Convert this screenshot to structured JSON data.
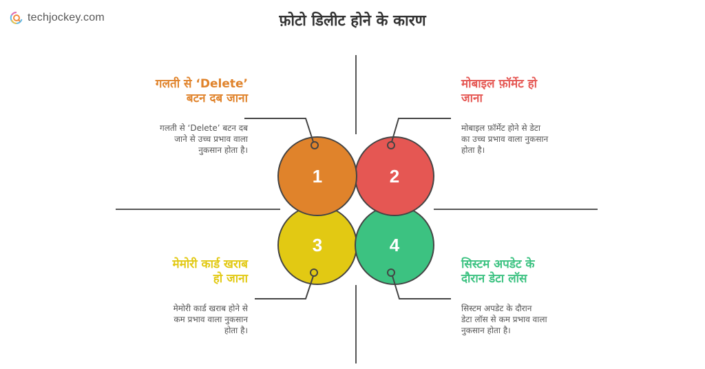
{
  "brand": {
    "name": "techjockey.com",
    "icon": "techjockey-logo-icon"
  },
  "title": "फ़ोटो डिलीट होने के कारण",
  "colors": {
    "orange": "#E0832B",
    "red": "#E55753",
    "yellow": "#E2C913",
    "green": "#3CC281",
    "outline": "#444444",
    "axis": "#555555",
    "text": "#555555"
  },
  "items": [
    {
      "number": "1",
      "heading_line1": "गलती से ‘Delete’",
      "heading_line2": "बटन दब जाना",
      "description_line1": "गलती से ‘Delete’ बटन दब",
      "description_line2": "जाने से उच्च प्रभाव वाला",
      "description_line3": "नुकसान होता है।",
      "color": "#E0832B"
    },
    {
      "number": "2",
      "heading_line1": "मोबाइल फ़ॉर्मेट हो",
      "heading_line2": "जाना",
      "description_line1": "मोबाइल फ़ॉर्मेट होने से डेटा",
      "description_line2": "का उच्च प्रभाव वाला नुकसान",
      "description_line3": "होता है।",
      "color": "#E55753"
    },
    {
      "number": "3",
      "heading_line1": "मेमोरी कार्ड खराब",
      "heading_line2": "हो जाना",
      "description_line1": "मेमोरी कार्ड खराब होने से",
      "description_line2": "कम प्रभाव वाला नुकसान",
      "description_line3": "होता है।",
      "color": "#E2C913"
    },
    {
      "number": "4",
      "heading_line1": "सिस्टम अपडेट के",
      "heading_line2": "दौरान डेटा लॉस",
      "description_line1": "सिस्टम अपडेट के दौरान",
      "description_line2": "डेटा लॉस से कम प्रभाव वाला",
      "description_line3": "नुकसान होता है।",
      "color": "#3CC281"
    }
  ]
}
